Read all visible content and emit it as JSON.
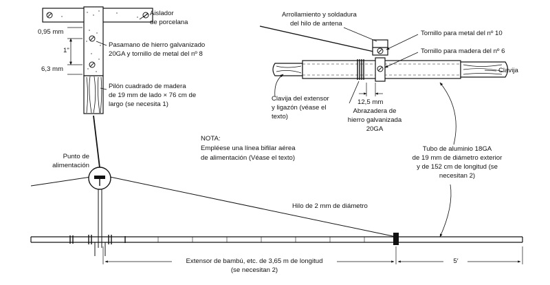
{
  "labels": {
    "aislador": [
      "Aislador",
      "de porcelana"
    ],
    "pasamano": [
      "Pasamano de hierro galvanizado",
      "20GA y tornillo de metal del nº 8"
    ],
    "pilon": [
      "Pilón cuadrado de madera",
      "de 19 mm de lado × 76 cm de",
      "largo (se necesita 1)"
    ],
    "dim_095": "0,95 mm",
    "dim_1in": "1\"",
    "dim_63": "6,3 mm",
    "arrollamiento": [
      "Arrollamiento y soldadura",
      "del hilo de antena"
    ],
    "tornillo_metal": "Tornillo para metal del nº 10",
    "tornillo_madera": "Tornillo para madera del nº 6",
    "clavija": "Clavija",
    "clavija_extensor": [
      "Clavija del extensor",
      "y ligazón (véase el",
      "texto)"
    ],
    "dim_125": "12,5 mm",
    "abrazadera": [
      "Abrazadera de",
      "hierro galvanizada",
      "20GA"
    ],
    "nota": [
      "NOTA:",
      "Empléese una línea bifilar aérea",
      "de alimentación (Véase el texto)"
    ],
    "punto": [
      "Punto de",
      "alimentación"
    ],
    "tubo": [
      "Tubo de aluminio 18GA",
      "de 19 mm de diámetro exterior",
      "y de 152 cm de longitud (se",
      "necesitan 2)"
    ],
    "hilo": "Hilo de 2 mm de diámetro",
    "extensor": [
      "Extensor de bambú, etc. de 3,65 m de longitud",
      "(se necesitan 2)"
    ],
    "dim_5ft": "5′"
  }
}
